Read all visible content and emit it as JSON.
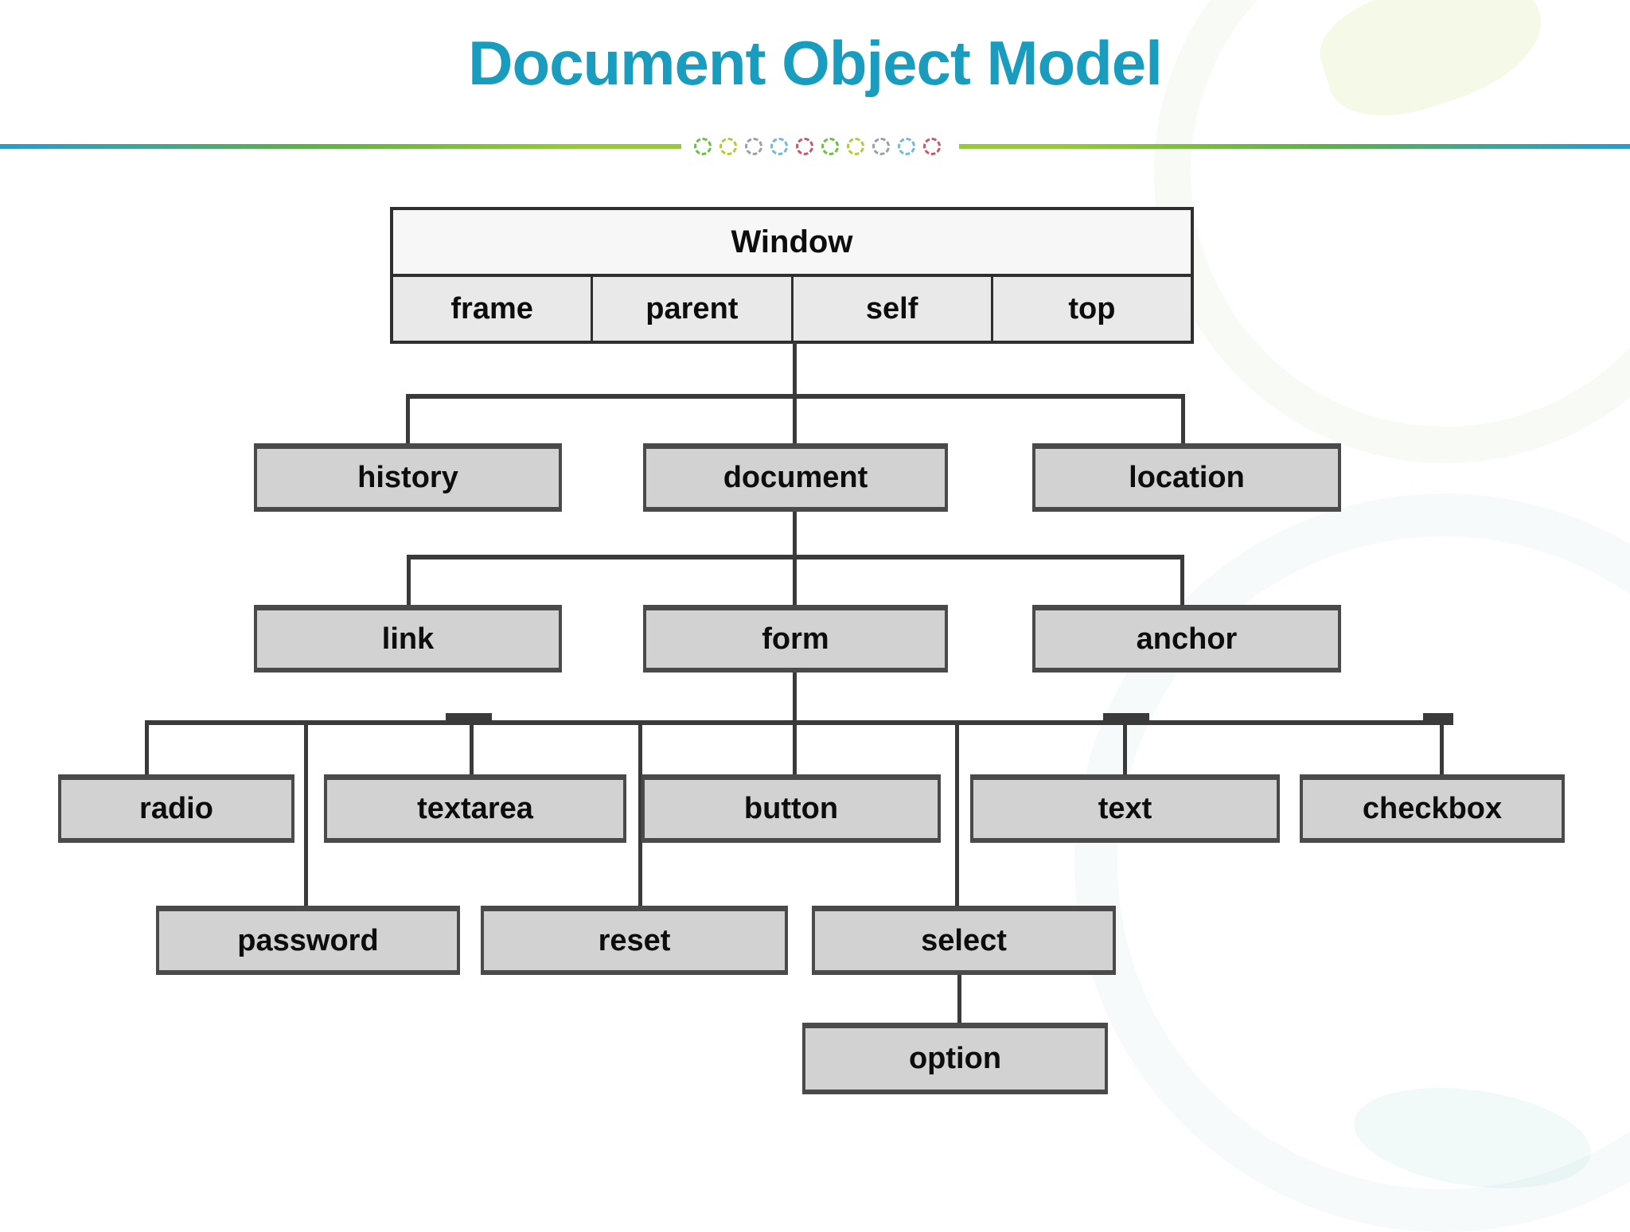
{
  "title": "Document Object Model",
  "colors": {
    "title": "#1a9cbe",
    "line": "#3a3a3a",
    "node_fill": "#d2d2d2",
    "node_border": "#4a4a4a",
    "divider_blue": "#2a9ad2",
    "divider_green": "#97c93d"
  },
  "divider": {
    "circle_colors": [
      "#6abf4b",
      "#b9c93c",
      "#9aa0a6",
      "#74b7d8",
      "#c25b6a",
      "#6abf4b",
      "#b9c93c",
      "#9aa0a6",
      "#74b7d8",
      "#c25b6a"
    ]
  },
  "nodes": {
    "window": "Window",
    "window_cells": [
      "frame",
      "parent",
      "self",
      "top"
    ],
    "level2": [
      "history",
      "document",
      "location"
    ],
    "level3": [
      "link",
      "form",
      "anchor"
    ],
    "level4": [
      "radio",
      "textarea",
      "button",
      "text",
      "checkbox"
    ],
    "level5": [
      "password",
      "reset",
      "select"
    ],
    "level6": [
      "option"
    ]
  },
  "hierarchy": {
    "Window": [
      "history",
      "document",
      "location"
    ],
    "document": [
      "link",
      "form",
      "anchor"
    ],
    "form": [
      "radio",
      "textarea",
      "button",
      "text",
      "checkbox",
      "password",
      "reset",
      "select"
    ],
    "select": [
      "option"
    ]
  }
}
